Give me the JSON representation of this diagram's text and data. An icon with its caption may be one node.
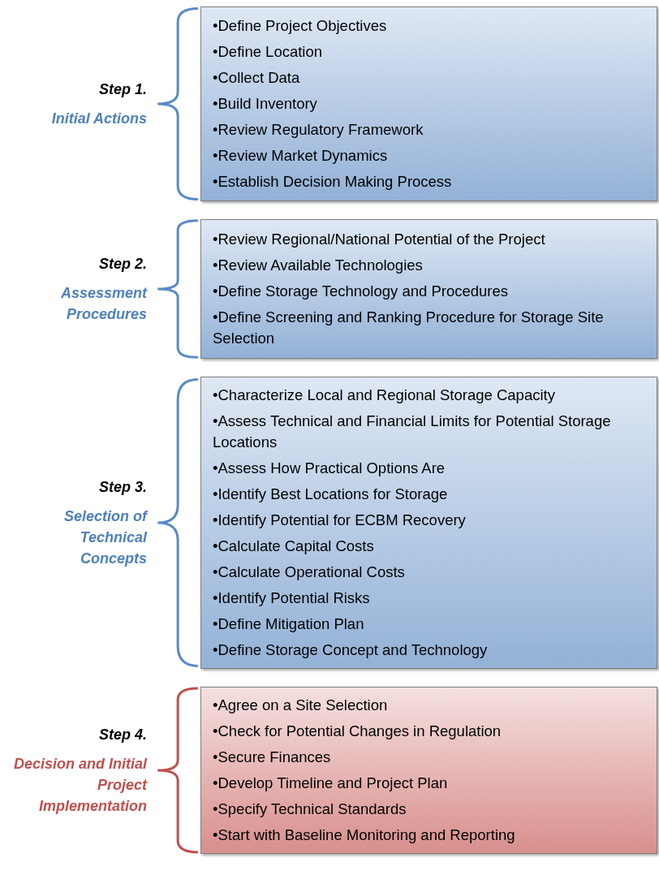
{
  "diagram": {
    "nodes": [
      {
        "beside": [
          "Step 1.",
          "Initial Actions"
        ],
        "text": [
          "•Define Project Objectives",
          "•Define Location",
          "•Collect Data",
          "•Build Inventory",
          "•Review Regulatory Framework",
          "•Review Market Dynamics",
          "•Establish Decision Making Process"
        ]
      },
      {
        "beside": [
          "Step 2.",
          "Assessment Procedures"
        ],
        "text": [
          "•Review Regional/National Potential of the Project",
          "•Review Available Technologies",
          "•Define Storage Technology and Procedures",
          "•Define Screening and Ranking Procedure for Storage Site Selection"
        ]
      },
      {
        "beside": [
          "Step 3.",
          "Selection of Technical Concepts"
        ],
        "text": [
          "•Characterize Local and Regional Storage Capacity",
          "•Assess Technical and Financial Limits for Potential Storage Locations",
          "•Assess How Practical Options Are",
          "•Identify Best Locations for Storage",
          "•Identify Potential for ECBM Recovery",
          "•Calculate Capital Costs",
          "•Calculate Operational Costs",
          "•Identify Potential Risks",
          "•Define Mitigation Plan",
          "•Define Storage Concept and Technology"
        ]
      },
      {
        "beside": [
          "Step 4.",
          "Decision and Initial Project Implementation"
        ],
        "text": [
          "•Agree on a Site Selection",
          "•Check for Potential Changes in Regulation",
          "•Secure Finances",
          "•Develop Timeline and Project Plan",
          "•Specify Technical Standards",
          "•Start with Baseline Monitoring and Reporting"
        ]
      }
    ]
  }
}
